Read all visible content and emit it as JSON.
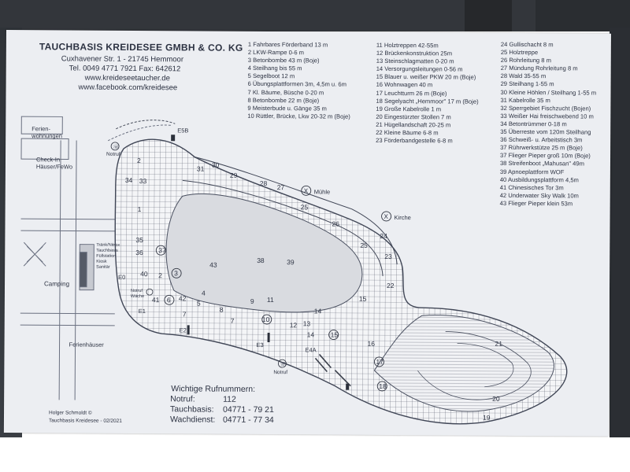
{
  "header": {
    "title": "TAUCHBASIS KREIDESEE GMBH & CO. KG",
    "address": "Cuxhavener Str. 1   - 21745 Hemmoor",
    "phone": "Tel. 0049 4771 7921   Fax: 642612",
    "web": "www.kreideseetaucher.de",
    "facebook": "www.facebook.com/kreidesee"
  },
  "legend_col1": [
    "1  Fahrbares Förderband 13 m",
    "2  LKW-Rampe 0-6 m",
    "3  Betonbombe 43 m (Boje)",
    "4  Steilhang bis 55 m",
    "5  Segelboot 12 m",
    "6  Übungsplattformen 3m, 4,5m u. 6m",
    "7  Kl. Bäume, Büsche 0-20 m",
    "8  Betonbombe 22 m (Boje)",
    "9  Meisterbude u. Gänge 35 m",
    "10 Rüttler, Brücke, Lkw 20-32 m (Boje)"
  ],
  "legend_col2": [
    "11 Holztreppen 42-55m",
    "12 Brückenkonstruktion 25m",
    "13 Steinschlagmatten 0-20 m",
    "14 Versorgungsleitungen 0-56 m",
    "15 Blauer u. weißer PKW 20 m (Boje)",
    "16 Wohnwagen 40 m",
    "17 Leuchtturm 26 m (Boje)",
    "18 Segelyacht „Hemmoor\" 17 m (Boje)",
    "19 Große Kabelrolle 1 m",
    "20 Eingestürzter Stollen 7 m",
    "21 Hügellandschaft 20-25 m",
    "22 Kleine Bäume 6-8 m",
    "23 Förderbandgestelle 6-8 m"
  ],
  "legend_col3": [
    "24 Gullischacht 8 m",
    "25 Holztreppe",
    "26 Rohrleitung 8 m",
    "27 Mündung Rohrleitung 8 m",
    "28 Wald 35-55 m",
    "29 Steilhang 1-55 m",
    "30 Kleine Höhlen / Steilhang 1-55 m",
    "31 Kabelrolle 35 m",
    "32 Sperrgebiet Fischzucht (Bojen)",
    "33 Weißer Hai freischwebend 10 m",
    "34 Betontrümmer 0-18 m",
    "35 Überreste vom 120m Steilhang",
    "36 Schweiß- u. Arbeitstisch 3m",
    "37 Rührwerkstütze 25 m (Boje)",
    "37 Flieger Pieper groß 10m (Boje)",
    "38 Streifenboot „Mahusan\" 49m",
    "39 Apnoeplattform WOF",
    "40 Ausbildungsplattform 4,5m",
    "41 Chinesisches Tor 3m",
    "42 Underwater Sky Walk 10m",
    "43 Flieger Pieper klein 53m"
  ],
  "map_labels": {
    "ferienwohnungen": "Ferien-\nwohnungen",
    "checkin": "Check-In\nHäuser/FeWo",
    "camping": "Camping",
    "ferienhaeuser": "Ferienhäuser",
    "base_info": "Tränk/Nitrox\nTauchbasis\nFüllstation\nKiosk\nSanitär",
    "muehle": "Mühle",
    "kirche": "Kirche",
    "notruf": "Notruf",
    "notruf_waeche": "Notruf\nWäche",
    "entries": [
      "E5B",
      "E0",
      "E1",
      "E2",
      "E3",
      "E4A"
    ]
  },
  "phones": {
    "heading": "Wichtige Rufnummern:",
    "notruf_label": "Notruf:",
    "notruf_value": "112",
    "tauchbasis_label": "Tauchbasis:",
    "tauchbasis_value": "04771 - 79 21",
    "wachdienst_label": "Wachdienst:",
    "wachdienst_value": "04771 - 77 34"
  },
  "footer": {
    "author": "Holger Schmoldt ©",
    "edition": "Tauchbasis Kreidesee - 02/2021"
  },
  "colors": {
    "paper": "#eceef2",
    "ink": "#2c3242",
    "lake": "#d9dbe0",
    "terrace": "#f4f5f7"
  }
}
